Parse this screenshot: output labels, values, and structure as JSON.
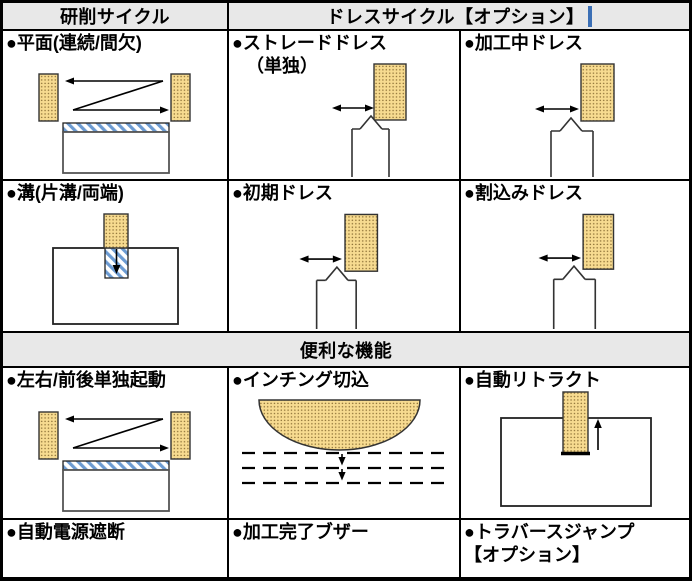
{
  "headers": {
    "grinding_cycle": "研削サイクル",
    "dress_cycle": "ドレスサイクル【オプション】",
    "useful_functions": "便利な機能"
  },
  "cells": {
    "plane": "●平面(連続/間欠)",
    "straight_dress_line1": "●ストレードドレス",
    "straight_dress_line2": "（単独）",
    "in_process_dress": "●加工中ドレス",
    "groove": "●溝(片溝/両端)",
    "initial_dress": "●初期ドレス",
    "interrupt_dress": "●割込みドレス",
    "independent_start": "●左右/前後単独起動",
    "inching_infeed": "●インチング切込",
    "auto_retract": "●自動リトラクト",
    "auto_power_off": "●自動電源遮断",
    "completion_buzzer": "●加工完了ブザー",
    "traverse_jump_line1": "●トラバースジャンプ",
    "traverse_jump_line2": "【オプション】"
  },
  "colors": {
    "wheel_fill": "#F7DB90",
    "wheel_dot": "#8B6F35",
    "hatch_blue": "#6C9BD2",
    "header_bg": "#E8E8E8",
    "caret_blue": "#3B6FB5",
    "border": "#000000"
  }
}
